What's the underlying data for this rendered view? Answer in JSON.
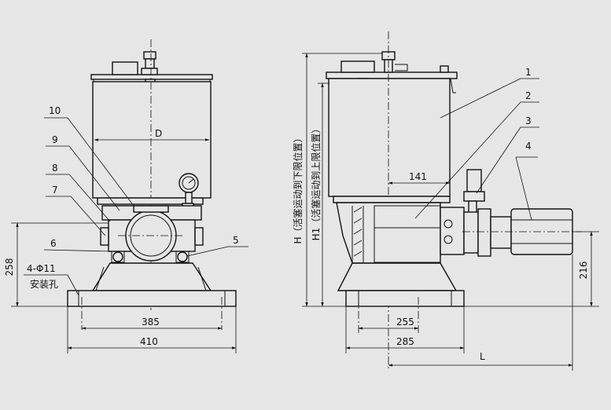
{
  "colors": {
    "background": "#e6e6e6",
    "line": "#111111"
  },
  "front_view": {
    "dim_D": "D",
    "dim_258": "258",
    "dim_385": "385",
    "dim_410": "410",
    "holes_label": "4-Φ11",
    "holes_note": "安装孔",
    "callouts": [
      "10",
      "9",
      "8",
      "7",
      "6",
      "5"
    ]
  },
  "side_view": {
    "label_H": "H（活塞运动到下限位置）",
    "label_H1": "H1（活塞运动到上限位置）",
    "dim_141": "141",
    "dim_255": "255",
    "dim_285": "285",
    "dim_216": "216",
    "dim_L": "L",
    "callouts": [
      "1",
      "2",
      "3",
      "4"
    ]
  }
}
